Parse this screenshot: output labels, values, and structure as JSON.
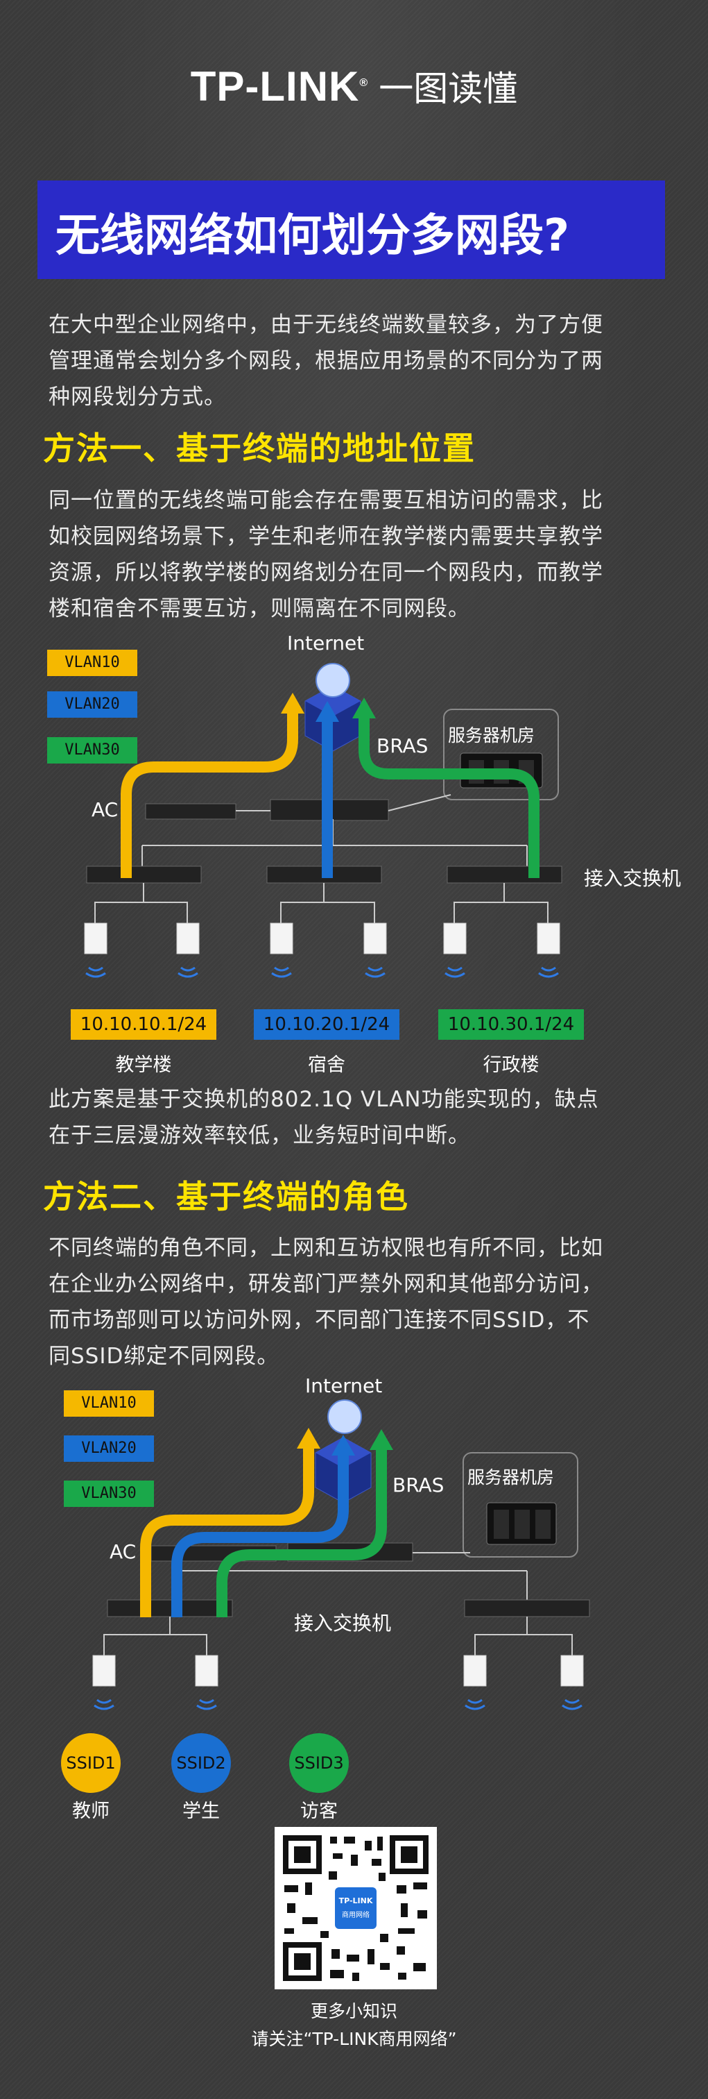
{
  "header": {
    "logo": "TP-LINK",
    "registered_mark": "®",
    "slogan": "一图读懂"
  },
  "title": "无线网络如何划分多网段?",
  "intro_lines": [
    "在大中型企业网络中，由于无线终端数量较多，为了方便",
    "管理通常会划分多个网段，根据应用场景的不同分为了两",
    "种网段划分方式。"
  ],
  "method1": {
    "heading": "方法一、基于终端的地址位置",
    "para_lines": [
      "同一位置的无线终端可能会存在需要互相访问的需求，比",
      "如校园网络场景下，学生和老师在教学楼内需要共享教学",
      "资源，所以将教学楼的网络划分在同一个网段内，而教学",
      "楼和宿舍不需要互访，则隔离在不同网段。"
    ],
    "diagram": {
      "legend": [
        "VLAN10",
        "VLAN20",
        "VLAN30"
      ],
      "internet": "Internet",
      "bras": "BRAS",
      "ac": "AC",
      "server_room": "服务器机房",
      "access_switch": "接入交换机",
      "subnets": [
        "10.10.10.1/24",
        "10.10.20.1/24",
        "10.10.30.1/24"
      ],
      "locations": [
        "教学楼",
        "宿舍",
        "行政楼"
      ]
    },
    "note_lines": [
      "此方案是基于交换机的802.1Q VLAN功能实现的，缺点",
      "在于三层漫游效率较低，业务短时间中断。"
    ]
  },
  "method2": {
    "heading": "方法二、基于终端的角色",
    "para_lines": [
      "不同终端的角色不同，上网和互访权限也有所不同，比如",
      "在企业办公网络中，研发部门严禁外网和其他部分访问，",
      "而市场部则可以访问外网，不同部门连接不同SSID，不",
      "同SSID绑定不同网段。"
    ],
    "diagram": {
      "legend": [
        "VLAN10",
        "VLAN20",
        "VLAN30"
      ],
      "internet": "Internet",
      "bras": "BRAS",
      "ac": "AC",
      "server_room": "服务器机房",
      "access_switch": "接入交换机",
      "ssids": [
        "SSID1",
        "SSID2",
        "SSID3"
      ],
      "roles": [
        "教师",
        "学生",
        "访客"
      ]
    }
  },
  "qr": {
    "badge_line1": "TP-LINK",
    "badge_line2": "商用网络"
  },
  "footer": {
    "line1": "更多小知识",
    "line2": "请关注“TP-LINK商用网络”"
  },
  "colors": {
    "vlan10": "#f5b800",
    "vlan20": "#1a6fd1",
    "vlan30": "#1aa84a",
    "title_bg": "#2a2ac8",
    "heading": "#ffe400"
  }
}
